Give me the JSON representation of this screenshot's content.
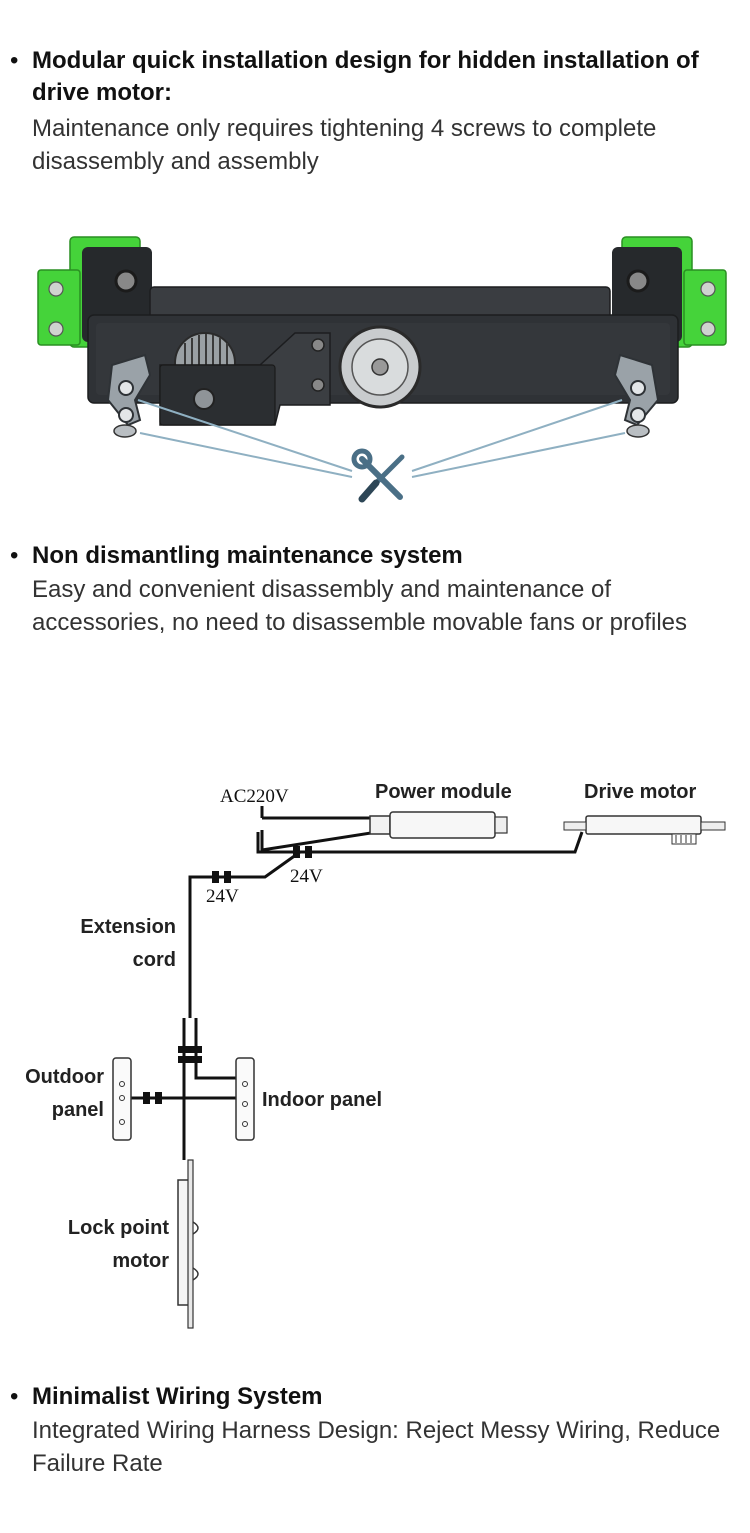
{
  "features": [
    {
      "title": "Modular quick installation design for hidden installation of drive motor:",
      "description": "Maintenance only requires tightening 4 screws to complete disassembly and assembly"
    },
    {
      "title": "Non dismantling maintenance system",
      "description": "Easy and convenient disassembly and maintenance of accessories, no need to disassemble movable fans or profiles"
    },
    {
      "title": "Minimalist Wiring System",
      "description": "Integrated Wiring Harness Design: Reject Messy Wiring, Reduce Failure Rate"
    }
  ],
  "bullet_glyph": "•",
  "diagram": {
    "ac_label": "AC220V",
    "power_module": "Power module",
    "drive_motor": "Drive motor",
    "voltage_1": "24V",
    "voltage_2": "24V",
    "extension_line1": "Extension",
    "extension_line2": "cord",
    "outdoor_line1": "Outdoor",
    "outdoor_line2": "panel",
    "indoor_panel": "Indoor panel",
    "lock_line1": "Lock point",
    "lock_line2": "motor"
  },
  "colors": {
    "bracket_green": "#45d33a",
    "housing_dark": "#2f3236",
    "tool_blue": "#4a6f86",
    "guide_line": "#8fb0c2"
  }
}
